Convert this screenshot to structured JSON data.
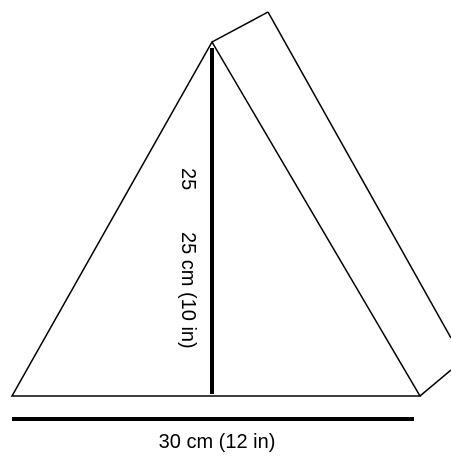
{
  "diagram": {
    "height_label": "25 cm (10 in)",
    "height_label_overlap": "25",
    "width_label": "30 cm (12 in)",
    "stroke_color": "#000000",
    "background_color": "#ffffff"
  }
}
